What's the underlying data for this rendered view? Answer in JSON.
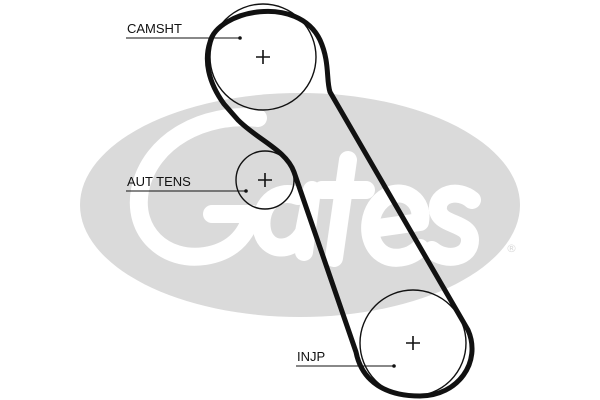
{
  "colors": {
    "watermark": "#dadada",
    "belt": "#111111",
    "pulley": "#111111",
    "leader": "#111111",
    "text": "#111111"
  },
  "watermark": {
    "brand": "Gates",
    "registered_mark": "®"
  },
  "pulleys": [
    {
      "id": "camshaft",
      "label": "CAMSHT"
    },
    {
      "id": "tensioner",
      "label": "AUT TENS"
    },
    {
      "id": "injection-pump",
      "label": "INJP"
    }
  ]
}
